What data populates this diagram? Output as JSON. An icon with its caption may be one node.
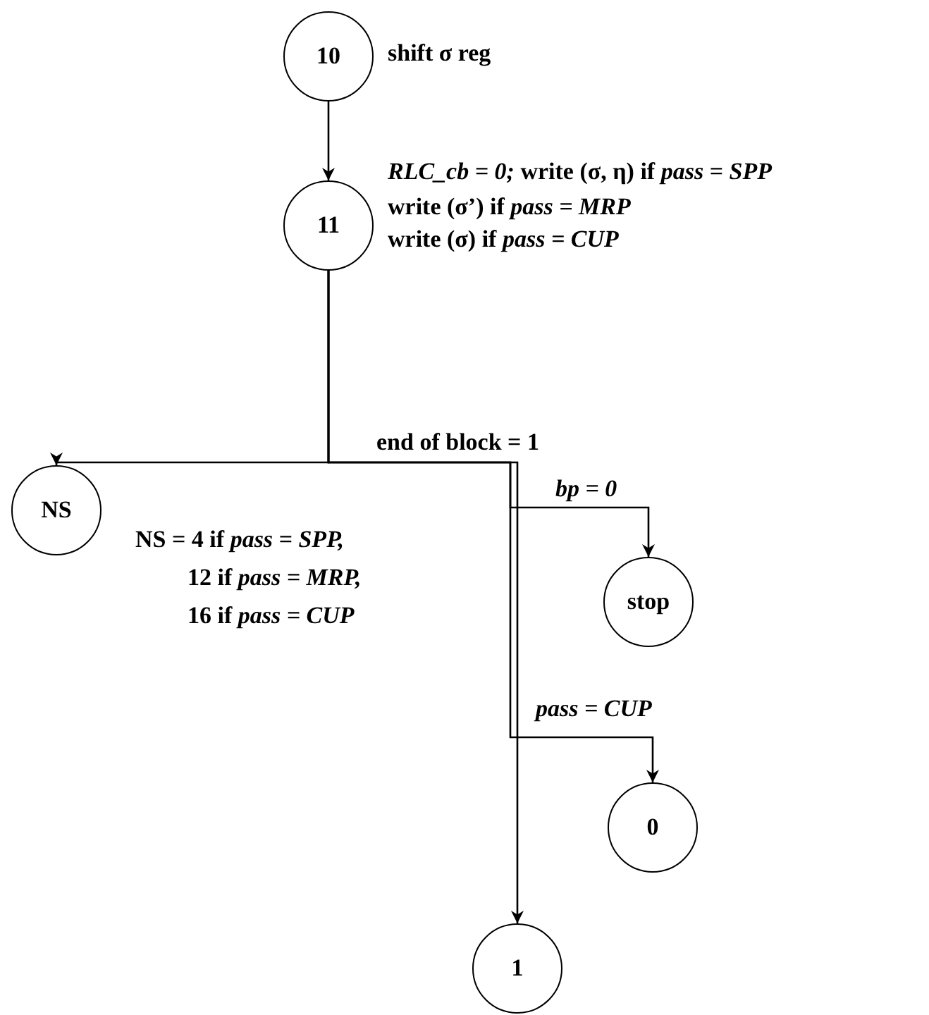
{
  "diagram": {
    "nodes": [
      {
        "text": [
          "10"
        ],
        "beside": [
          "shift  σ  reg"
        ]
      },
      {
        "text": [
          "11"
        ],
        "beside": [
          "*RLC_cb = 0;*   write (σ, η) if  *pass = SPP*",
          "write (σ’) if  *pass = MRP*",
          "write (σ) if  *pass = CUP*"
        ]
      },
      {
        "text": [
          "NS"
        ],
        "beside": [
          "NS = 4 if  *pass = SPP,*",
          "12 if  *pass = MRP,*",
          "16 if  *pass = CUP*"
        ]
      },
      {
        "text": [
          "stop"
        ]
      },
      {
        "text": [
          "0"
        ]
      },
      {
        "text": [
          "1"
        ]
      }
    ],
    "edges": [
      {
        "from": 0,
        "to": 1,
        "arrow": "to"
      },
      {
        "from": 1,
        "to": 2,
        "arrow": "to"
      },
      {
        "from": 1,
        "to": 3,
        "label": "*bp = 0*",
        "arrow": "to"
      },
      {
        "from": 1,
        "to": 4,
        "label": "*pass = CUP*",
        "arrow": "to"
      },
      {
        "from": 1,
        "to": 5,
        "label": "end of block = 1",
        "arrow": "to"
      }
    ]
  }
}
